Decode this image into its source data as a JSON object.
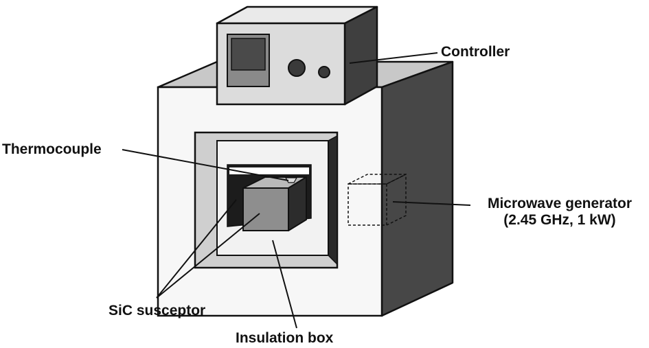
{
  "labels": {
    "controller": "Controller",
    "thermocouple": "Thermocouple",
    "microwave_generator_line1": "Microwave generator",
    "microwave_generator_line2": "(2.45 GHz, 1 kW)",
    "sic_susceptor": "SiC susceptor",
    "insulation_box": "Insulation box"
  },
  "colors": {
    "outline": "#111111",
    "oven_front": "#f7f7f7",
    "oven_top": "#c8c8c8",
    "oven_side": "#474747",
    "controller_front": "#dcdcdc",
    "controller_top": "#eaeaea",
    "controller_side": "#3f3f3f",
    "display_frame": "#8a8a8a",
    "display_screen": "#4a4a4a",
    "knob": "#3a3a3a",
    "cavity_frame": "#cfcfcf",
    "insulation_front": "#f2f2f2",
    "cavity_dark": "#1c1c1c",
    "susceptor_front": "#8e8e8e",
    "susceptor_top": "#b9b9b9",
    "susceptor_side": "#2c2c2c"
  }
}
